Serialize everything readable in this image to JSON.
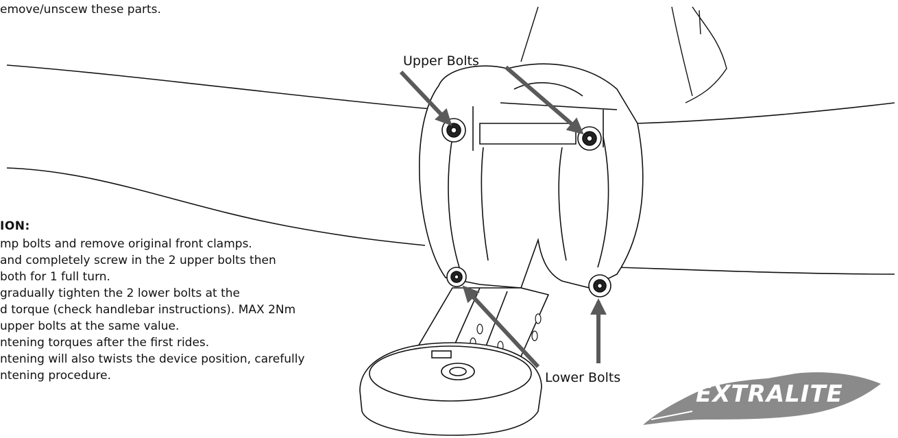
{
  "intro_text": "emove/unscew these parts.",
  "callouts": {
    "upper_bolts": "Upper Bolts",
    "lower_bolts": "Lower Bolts"
  },
  "instructions": {
    "heading": "ION:",
    "lines": [
      "mp bolts and remove original front clamps.",
      "and completely screw in the 2 upper bolts  then",
      " both for 1 full turn.",
      "gradually tighten the 2 lower bolts at the",
      "d torque (check handlebar instructions). MAX 2Nm",
      " upper bolts at the same value.",
      "ntening torques after the first rides.",
      "ntening will also twists the device position, carefully",
      "ntening procedure."
    ]
  },
  "logo": {
    "text": "EXTRALITE",
    "color": "#8a8a8a"
  },
  "colors": {
    "line": "#111111",
    "arrow": "#5a5a5a",
    "background": "#ffffff"
  }
}
